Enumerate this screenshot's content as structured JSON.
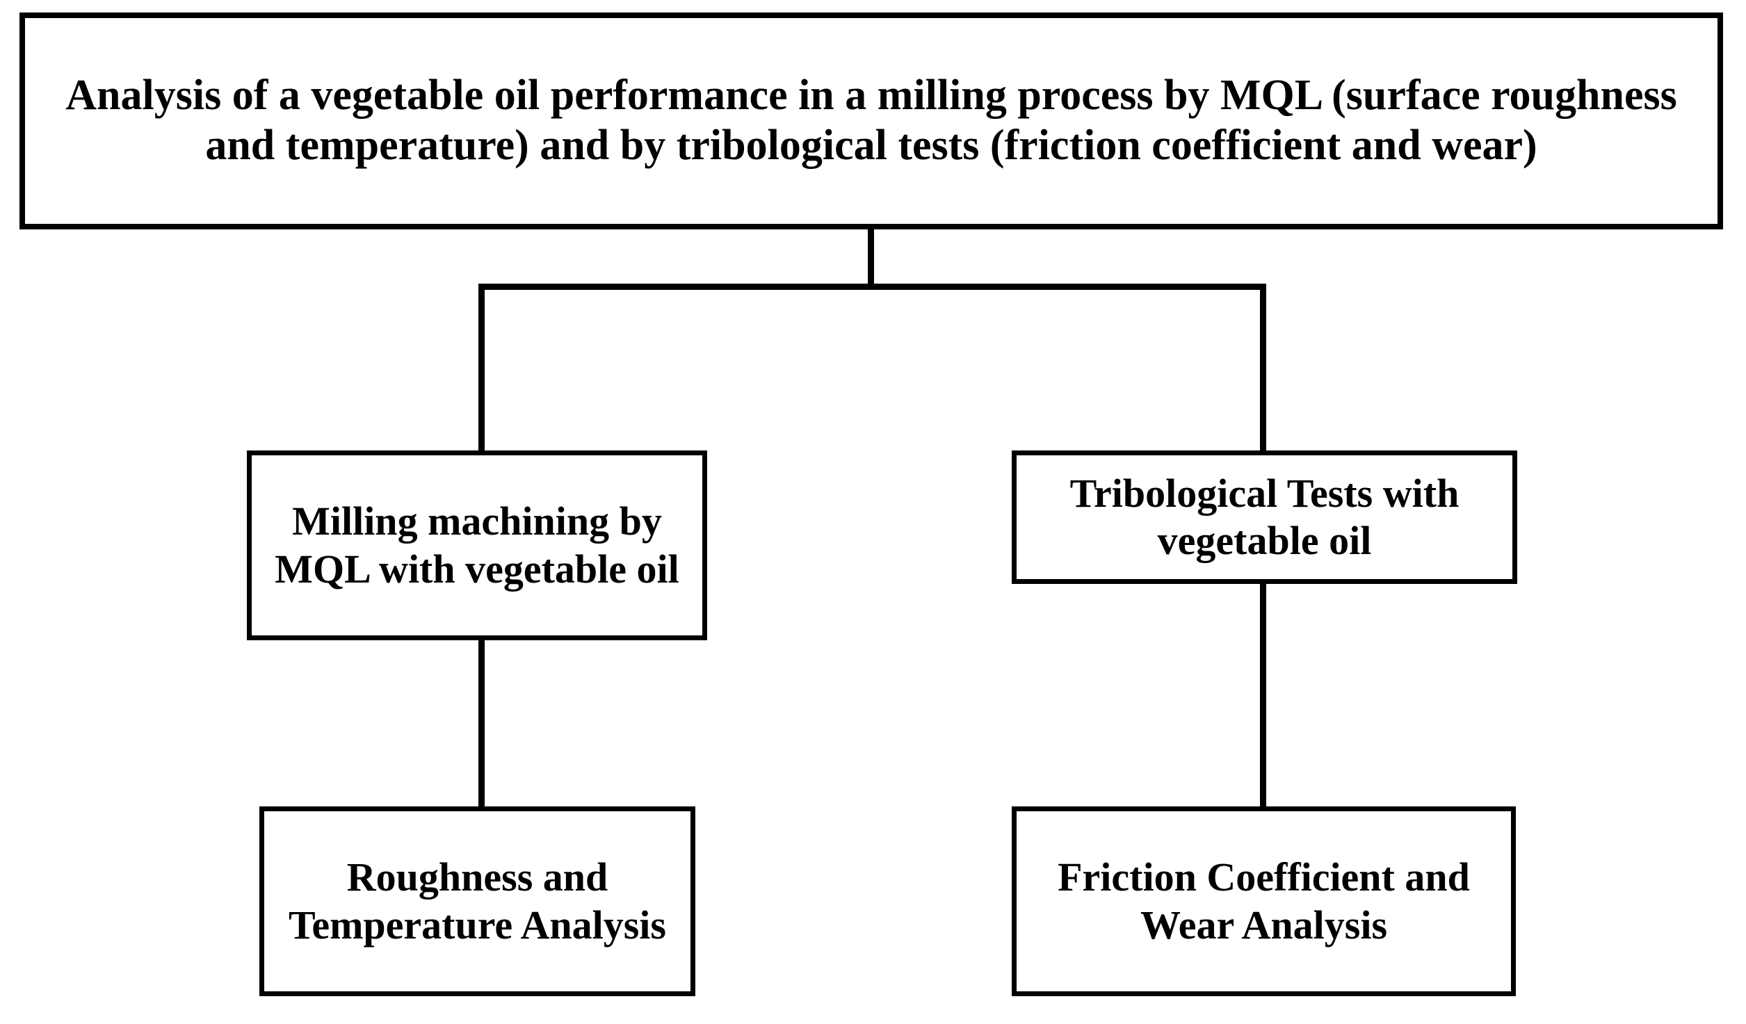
{
  "diagram": {
    "title": "Analysis of a vegetable oil performance in a milling process by MQL (surface roughness and temperature) and by tribological tests (friction coefficient and wear)",
    "orientation": "top-down",
    "line_color": "#000000",
    "box_fill": "#ffffff",
    "text_color": "#000000",
    "nodes": {
      "root": {
        "id": "root",
        "label": "Analysis of a vegetable oil performance in a milling process by MQL (surface roughness and temperature) and by tribological tests (friction coefficient and wear)",
        "level": 0
      },
      "milling": {
        "id": "milling",
        "label": "Milling machining by MQL with vegetable oil",
        "level": 1
      },
      "tribological": {
        "id": "tribological",
        "label": "Tribological Tests with vegetable oil",
        "level": 1
      },
      "roughness": {
        "id": "roughness",
        "label": "Roughness and Temperature Analysis",
        "level": 2
      },
      "friction": {
        "id": "friction",
        "label": "Friction Coefficient and Wear Analysis",
        "level": 2
      }
    },
    "edges": [
      {
        "from": "root",
        "to": "milling"
      },
      {
        "from": "root",
        "to": "tribological"
      },
      {
        "from": "milling",
        "to": "roughness"
      },
      {
        "from": "tribological",
        "to": "friction"
      }
    ]
  }
}
